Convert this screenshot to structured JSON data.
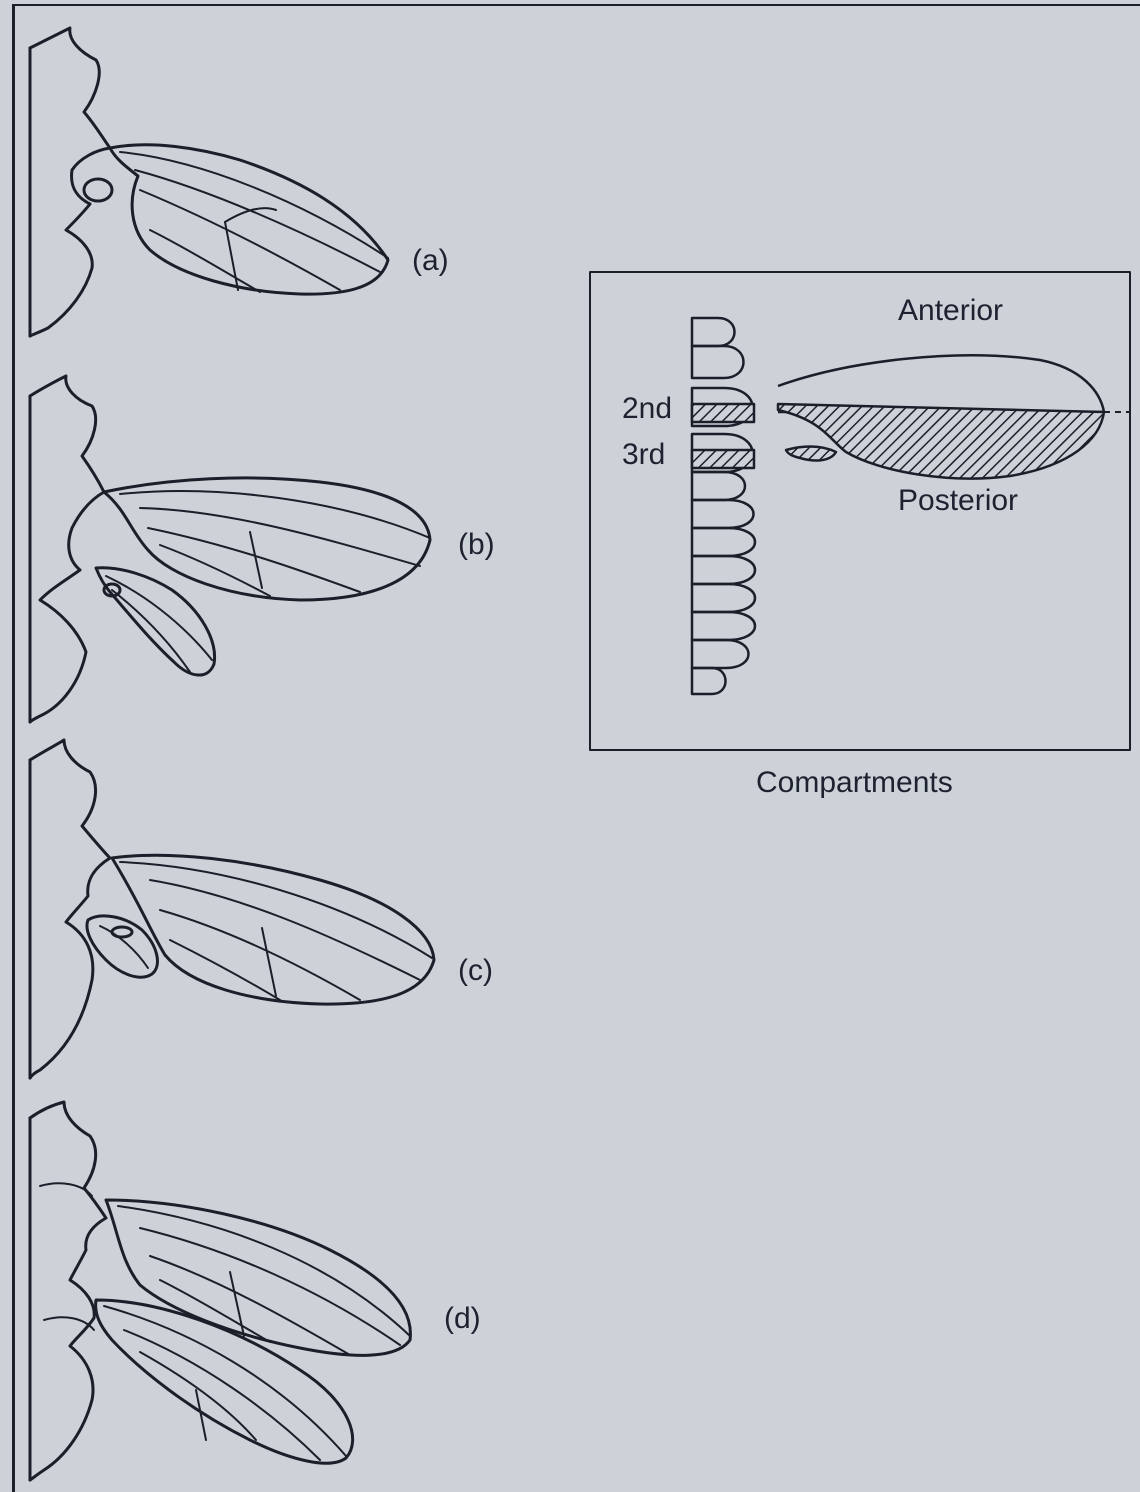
{
  "figure": {
    "panels": [
      {
        "label": "(a)"
      },
      {
        "label": "(b)"
      },
      {
        "label": "(c)"
      },
      {
        "label": "(d)"
      }
    ],
    "inset": {
      "caption": "Compartments",
      "anterior_label": "Anterior",
      "posterior_label": "Posterior",
      "segment_labels": [
        "2nd",
        "3rd"
      ]
    },
    "colors": {
      "paper": "#cdd2d9",
      "ink": "#1b1f2a"
    }
  }
}
